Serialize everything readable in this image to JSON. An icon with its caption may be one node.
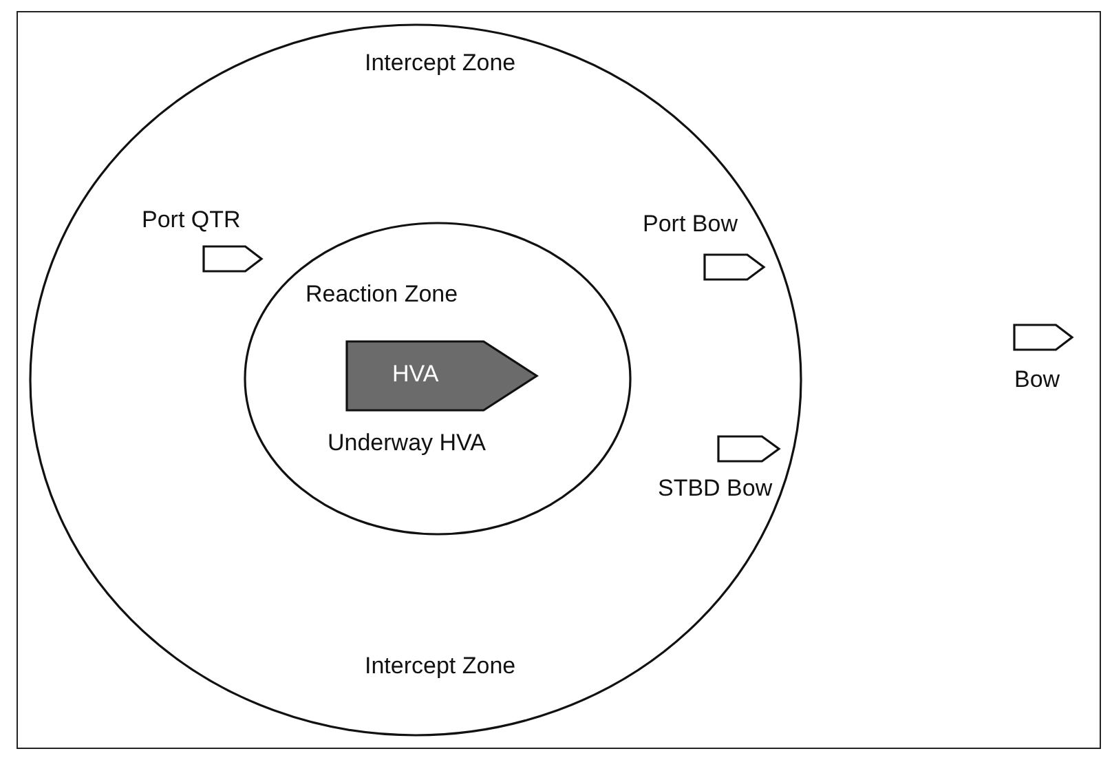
{
  "diagram": {
    "nodes": [
      {
        "text": [
          "Intercept Zone",
          "Intercept Zone"
        ]
      },
      {
        "text": [],
        "shape": "pentagon",
        "beside": [
          "Port QTR"
        ],
        "in": 0
      },
      {
        "text": [],
        "shape": "pentagon",
        "beside": [
          "Port Bow"
        ],
        "in": 0
      },
      {
        "text": [
          "Reaction Zone"
        ],
        "in": 0
      },
      {
        "text": [
          "HVA"
        ],
        "beside": [
          "Underway HVA"
        ],
        "in": 3
      },
      {
        "text": [],
        "shape": "pentagon",
        "beside": [
          "Bow"
        ]
      },
      {
        "text": [],
        "shape": "pentagon",
        "beside": [
          "STBD Bow"
        ],
        "in": 0
      }
    ]
  }
}
